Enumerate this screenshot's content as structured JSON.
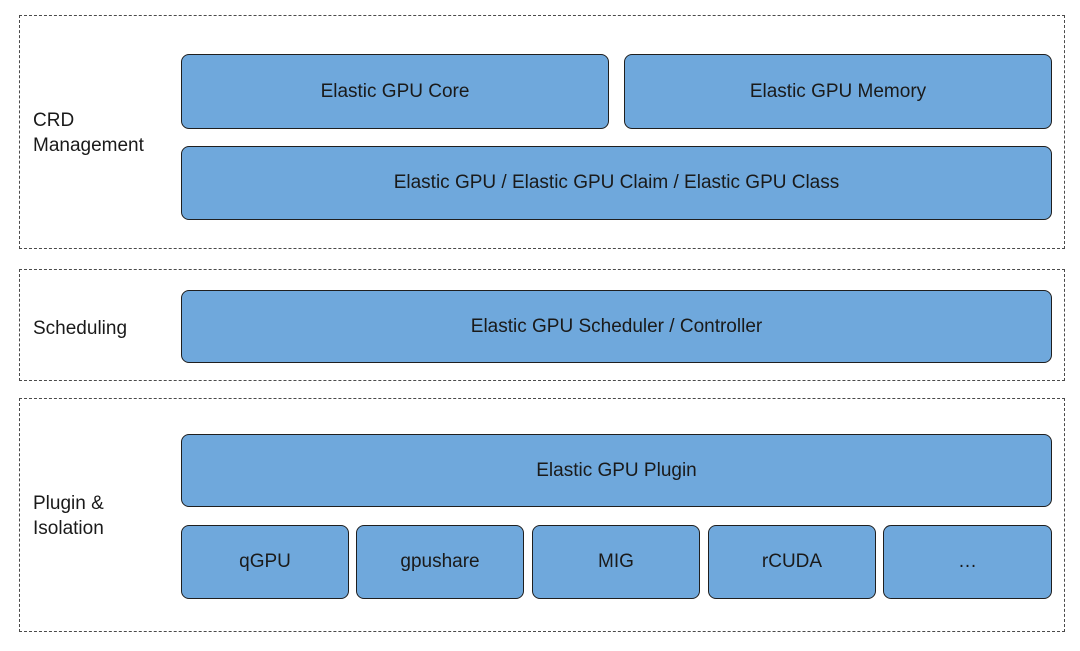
{
  "colors": {
    "box_fill": "#6fa8dc",
    "box_border": "#1f1f1f",
    "layer_border": "#4a4a4a"
  },
  "layers": {
    "crd": {
      "label": "CRD\nManagement",
      "core": "Elastic GPU Core",
      "memory": "Elastic GPU Memory",
      "resources": "Elastic GPU / Elastic GPU Claim / Elastic GPU Class"
    },
    "scheduling": {
      "label": "Scheduling",
      "scheduler": "Elastic GPU Scheduler / Controller"
    },
    "plugin": {
      "label": "Plugin &\nIsolation",
      "plugin": "Elastic GPU Plugin",
      "implementations": [
        "qGPU",
        "gpushare",
        "MIG",
        "rCUDA",
        "…"
      ]
    }
  }
}
